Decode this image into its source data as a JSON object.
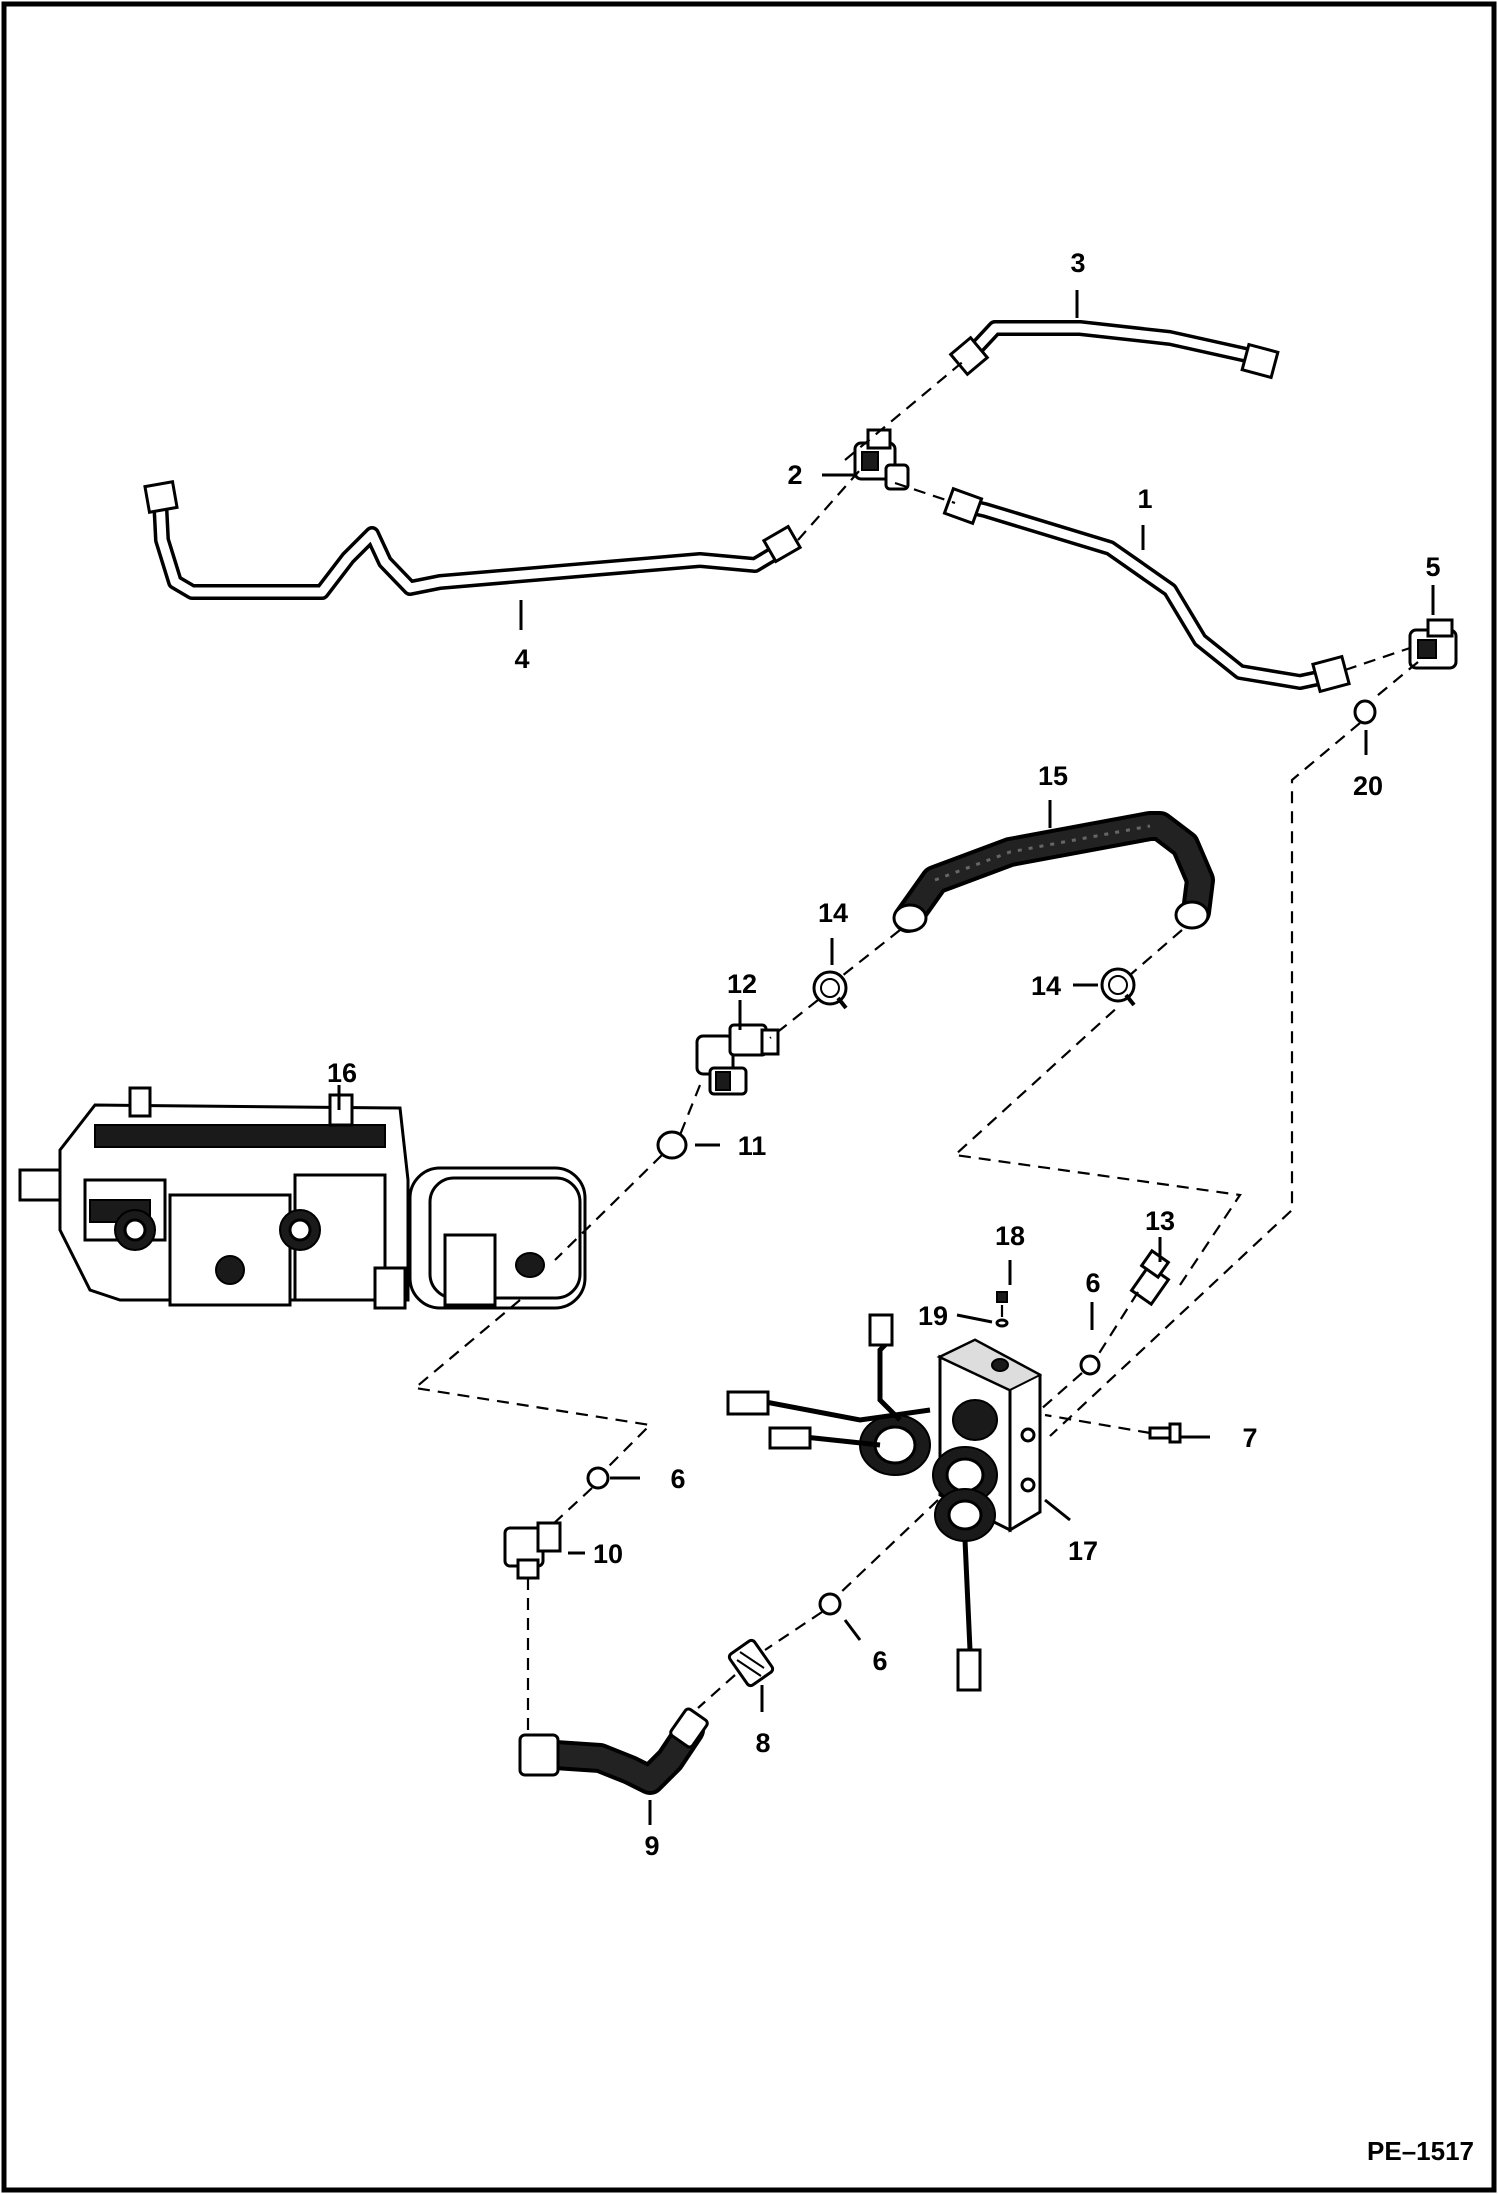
{
  "diagram": {
    "figure_code": "PE–1517",
    "callouts": {
      "c1": "1",
      "c2": "2",
      "c3": "3",
      "c4": "4",
      "c5": "5",
      "c6a": "6",
      "c6b": "6",
      "c6c": "6",
      "c7": "7",
      "c8": "8",
      "c9": "9",
      "c10": "10",
      "c11": "11",
      "c12": "12",
      "c13": "13",
      "c14a": "14",
      "c14b": "14",
      "c15": "15",
      "c16": "16",
      "c17": "17",
      "c18": "18",
      "c19": "19",
      "c20": "20"
    }
  }
}
